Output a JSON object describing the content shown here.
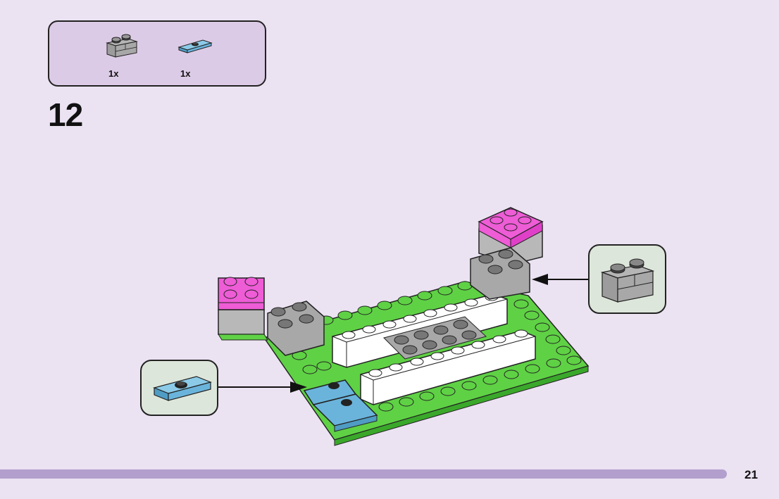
{
  "parts_list": {
    "items": [
      {
        "name": "grey masonry brick 1x2",
        "icon": "grey-masonry-brick-icon",
        "quantity": "1x",
        "color": "#a8a8a8"
      },
      {
        "name": "medium azure jumper plate 1x2",
        "icon": "azure-jumper-plate-icon",
        "quantity": "1x",
        "color": "#6ab4dc"
      }
    ]
  },
  "step": {
    "number": "12"
  },
  "callouts": [
    {
      "part": "grey masonry brick 1x2",
      "icon": "grey-masonry-brick-icon"
    },
    {
      "part": "medium azure jumper plate 1x2",
      "icon": "azure-jumper-plate-icon"
    }
  ],
  "colors": {
    "background": "#ebe2f2",
    "parts_box": "#dccbe6",
    "callout_box": "#dde6da",
    "bottom_bar": "#b39fcd",
    "green": "#5fd145",
    "pink": "#ee5cd6",
    "grey": "#a8a8a8",
    "white": "#ffffff",
    "azure": "#6ab4dc"
  },
  "footer": {
    "page_number": "21"
  }
}
